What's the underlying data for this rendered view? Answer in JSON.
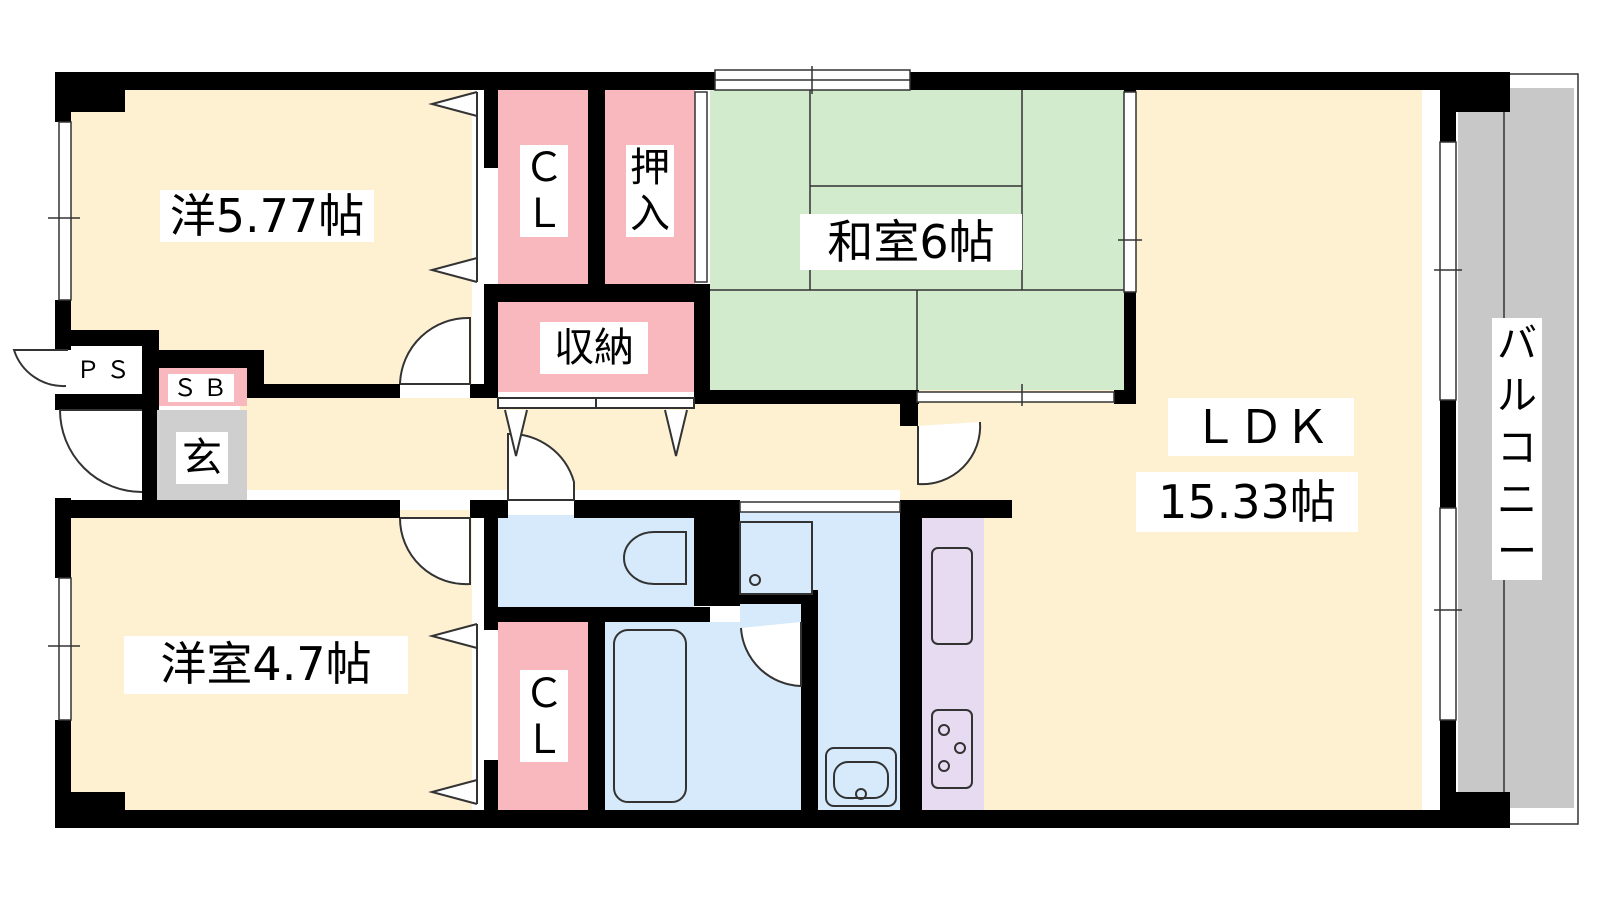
{
  "rooms": {
    "western_1": "洋5.77帖",
    "closet_1": [
      "Ｃ",
      "Ｌ"
    ],
    "oshiire": [
      "押",
      "入"
    ],
    "japanese": "和室6帖",
    "storage": "収納",
    "ldk": "ＬＤＫ",
    "ldk_size": "15.33帖",
    "balcony": [
      "バ",
      "ル",
      "コ",
      "ニ",
      "ー"
    ],
    "ps": "ＰＳ",
    "sb": "ＳＢ",
    "entrance": "玄",
    "western_2": "洋室4.7帖",
    "closet_2": [
      "Ｃ",
      "Ｌ"
    ]
  },
  "colors": {
    "western": "#fdf1d2",
    "closet": "#f9b8bd",
    "tatami": "#d2ebcc",
    "wet": "#d6eafc",
    "kitchen": "#e7dbf2",
    "entrance": "#cfcfcf",
    "balcony": "#c8c8c8",
    "walls": "#000000"
  }
}
